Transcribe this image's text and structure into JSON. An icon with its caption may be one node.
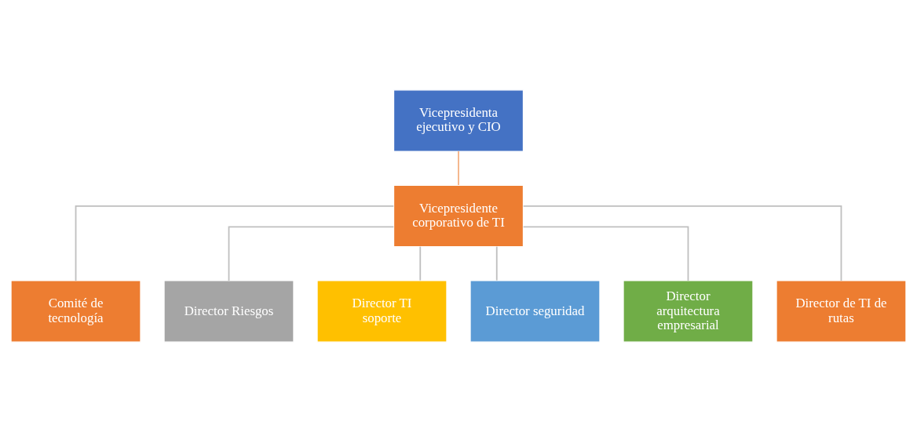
{
  "diagram": {
    "nodes": [
      {
        "text": [
          "Vicepresidenta ejecutivo y CIO"
        ]
      },
      {
        "text": [
          "Vicepresidente corporativo de TI"
        ]
      },
      {
        "text": [
          "Comité de tecnología"
        ]
      },
      {
        "text": [
          "Director Riesgos"
        ]
      },
      {
        "text": [
          "Director TI soporte"
        ]
      },
      {
        "text": [
          "Director seguridad"
        ]
      },
      {
        "text": [
          "Director arquitectura empresarial"
        ]
      },
      {
        "text": [
          "Director de TI de rutas"
        ]
      }
    ],
    "edges": [
      {
        "from": 0,
        "to": 1,
        "arrow": "none",
        "color": "#f4b183"
      },
      {
        "from": 1,
        "to": 2,
        "arrow": "none"
      },
      {
        "from": 1,
        "to": 3,
        "arrow": "none"
      },
      {
        "from": 1,
        "to": 4,
        "arrow": "none"
      },
      {
        "from": 1,
        "to": 5,
        "arrow": "none"
      },
      {
        "from": 1,
        "to": 6,
        "arrow": "none"
      },
      {
        "from": 1,
        "to": 7,
        "arrow": "none"
      }
    ]
  }
}
